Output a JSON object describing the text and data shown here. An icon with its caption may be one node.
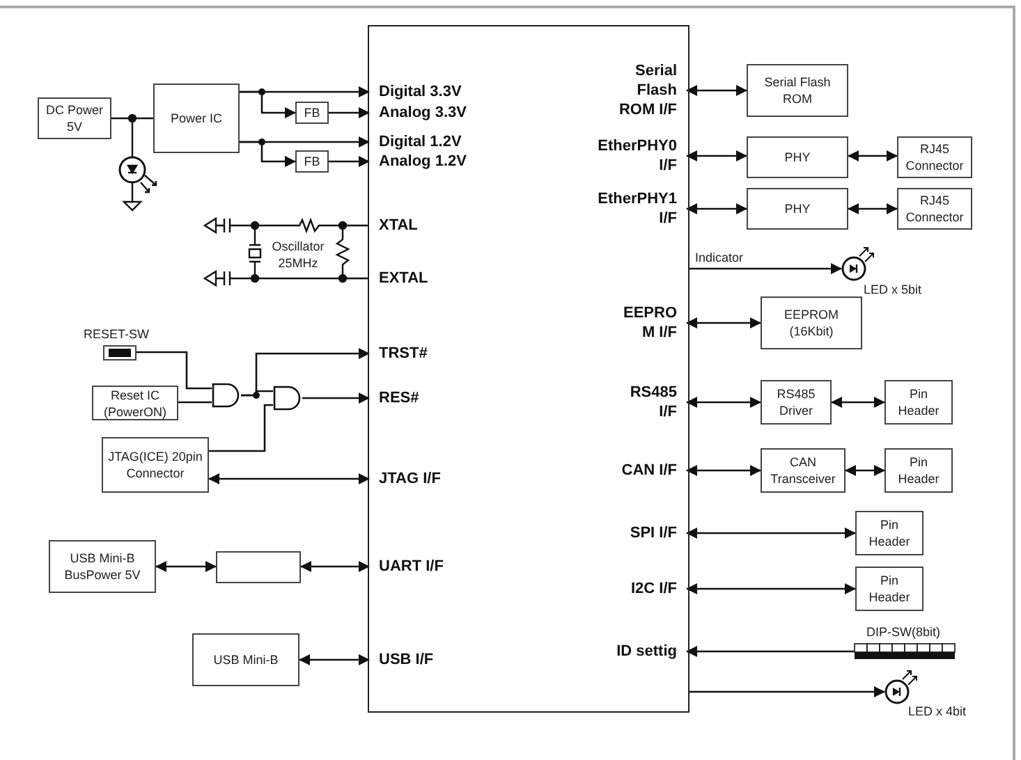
{
  "diagram": {
    "nodes": [
      {
        "text": [],
        "shape": "box"
      },
      {
        "text": [
          "Digital 3.3V"
        ],
        "in": 0
      },
      {
        "text": [
          "Analog 3.3V"
        ],
        "in": 0
      },
      {
        "text": [
          "Digital 1.2V"
        ],
        "in": 0
      },
      {
        "text": [
          "Analog 1.2V"
        ],
        "in": 0
      },
      {
        "text": [
          "XTAL"
        ],
        "in": 0
      },
      {
        "text": [
          "EXTAL"
        ],
        "in": 0
      },
      {
        "text": [
          "TRST#"
        ],
        "in": 0
      },
      {
        "text": [
          "RES#"
        ],
        "in": 0
      },
      {
        "text": [
          "JTAG I/F"
        ],
        "in": 0
      },
      {
        "text": [
          "UART I/F"
        ],
        "in": 0
      },
      {
        "text": [
          "USB I/F"
        ],
        "in": 0
      },
      {
        "text": [
          "Serial Flash ROM I/F"
        ],
        "in": 0
      },
      {
        "text": [
          "EtherPHY0 I/F"
        ],
        "in": 0
      },
      {
        "text": [
          "EtherPHY1 I/F"
        ],
        "in": 0
      },
      {
        "text": [
          "EEPRO M I/F"
        ],
        "in": 0
      },
      {
        "text": [
          "RS485 I/F"
        ],
        "in": 0
      },
      {
        "text": [
          "CAN I/F"
        ],
        "in": 0
      },
      {
        "text": [
          "SPI I/F"
        ],
        "in": 0
      },
      {
        "text": [
          "I2C I/F"
        ],
        "in": 0
      },
      {
        "text": [
          "ID settig"
        ],
        "in": 0
      },
      {
        "text": [
          "DC Power 5V"
        ]
      },
      {
        "text": [
          "Power IC"
        ]
      },
      {
        "text": [
          "FB"
        ]
      },
      {
        "text": [
          "FB"
        ]
      },
      {
        "text": [],
        "shape": "switch",
        "beside": [
          "RESET-SW"
        ]
      },
      {
        "text": [
          "Reset IC (PowerON)"
        ]
      },
      {
        "text": [],
        "shape": "gate"
      },
      {
        "text": [],
        "shape": "gate"
      },
      {
        "text": [
          "JTAG(ICE) 20pin Connector"
        ]
      },
      {
        "text": [
          "USB Mini-B BusPower 5V"
        ]
      },
      {
        "text": [],
        "shape": "box"
      },
      {
        "text": [
          "USB Mini-B"
        ]
      },
      {
        "text": [
          "Serial Flash ROM"
        ]
      },
      {
        "text": [
          "PHY"
        ]
      },
      {
        "text": [
          "RJ45 Connector"
        ]
      },
      {
        "text": [
          "PHY"
        ]
      },
      {
        "text": [
          "RJ45 Connector"
        ]
      },
      {
        "text": [],
        "shape": "circle",
        "beside": [
          "LED x 5bit"
        ]
      },
      {
        "text": [
          "EEPROM (16Kbit)"
        ]
      },
      {
        "text": [
          "RS485 Driver"
        ]
      },
      {
        "text": [
          "Pin Header"
        ]
      },
      {
        "text": [
          "CAN Transceiver"
        ]
      },
      {
        "text": [
          "Pin Header"
        ]
      },
      {
        "text": [
          "Pin Header"
        ]
      },
      {
        "text": [
          "Pin Header"
        ]
      },
      {
        "text": [],
        "shape": "switch",
        "beside": [
          "DIP-SW(8bit)"
        ]
      },
      {
        "text": [],
        "shape": "circle",
        "beside": [
          "LED x 4bit"
        ]
      },
      {
        "text": [
          "Oscillator 25MHz"
        ]
      }
    ],
    "edges": [
      {
        "from": 21,
        "to": 22,
        "arrow": "none"
      },
      {
        "from": 22,
        "to": 1,
        "arrow": "to"
      },
      {
        "from": 22,
        "to": 23,
        "arrow": "to"
      },
      {
        "from": 23,
        "to": 2,
        "arrow": "to"
      },
      {
        "from": 22,
        "to": 3,
        "arrow": "to"
      },
      {
        "from": 22,
        "to": 24,
        "arrow": "to"
      },
      {
        "from": 24,
        "to": 4,
        "arrow": "to"
      },
      {
        "from": 48,
        "to": 5,
        "arrow": "none"
      },
      {
        "from": 48,
        "to": 6,
        "arrow": "none"
      },
      {
        "from": 25,
        "to": 27,
        "arrow": "none"
      },
      {
        "from": 26,
        "to": 27,
        "arrow": "none"
      },
      {
        "from": 27,
        "to": 28,
        "arrow": "none"
      },
      {
        "from": 27,
        "to": 7,
        "arrow": "to"
      },
      {
        "from": 29,
        "to": 28,
        "arrow": "none"
      },
      {
        "from": 28,
        "to": 8,
        "arrow": "to"
      },
      {
        "from": 29,
        "to": 9,
        "arrow": "both"
      },
      {
        "from": 30,
        "to": 31,
        "arrow": "both"
      },
      {
        "from": 31,
        "to": 10,
        "arrow": "both"
      },
      {
        "from": 32,
        "to": 11,
        "arrow": "both"
      },
      {
        "from": 12,
        "to": 33,
        "arrow": "both"
      },
      {
        "from": 13,
        "to": 34,
        "arrow": "both"
      },
      {
        "from": 34,
        "to": 35,
        "arrow": "both"
      },
      {
        "from": 14,
        "to": 36,
        "arrow": "both"
      },
      {
        "from": 36,
        "to": 37,
        "arrow": "both"
      },
      {
        "from": 0,
        "to": 38,
        "arrow": "to",
        "label": "Indicator"
      },
      {
        "from": 15,
        "to": 39,
        "arrow": "both"
      },
      {
        "from": 16,
        "to": 40,
        "arrow": "both"
      },
      {
        "from": 40,
        "to": 41,
        "arrow": "both"
      },
      {
        "from": 17,
        "to": 42,
        "arrow": "both"
      },
      {
        "from": 42,
        "to": 43,
        "arrow": "both"
      },
      {
        "from": 18,
        "to": 44,
        "arrow": "both"
      },
      {
        "from": 19,
        "to": 45,
        "arrow": "both"
      },
      {
        "from": 46,
        "to": 20,
        "arrow": "to"
      },
      {
        "from": 0,
        "to": 47,
        "arrow": "to"
      }
    ]
  }
}
